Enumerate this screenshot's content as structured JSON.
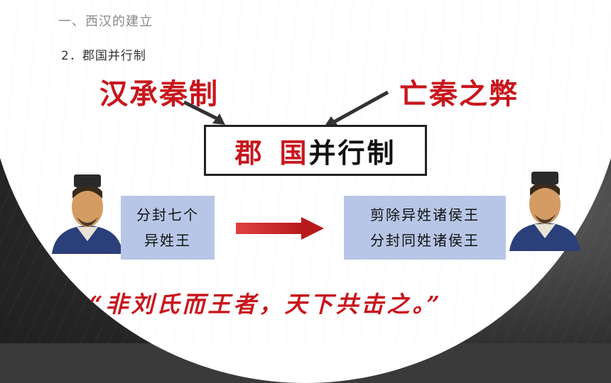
{
  "section_heading": "一、西汉的建立",
  "sub_heading": "2．郡国并行制",
  "left_title": "汉承秦制",
  "right_title": "亡秦之弊",
  "center": {
    "part1": "郡",
    "part2": "国",
    "part3": "并行制"
  },
  "left_box": {
    "line1": "分封七个",
    "line2": "异姓王"
  },
  "right_box": {
    "line1": "剪除异姓诸侯王",
    "line2": "分封同姓诸侯王"
  },
  "quote": "“非刘氏而王者，天下共击之。”",
  "colors": {
    "accent_red": "#c8161d",
    "box_blue": "#b7c6e6"
  }
}
